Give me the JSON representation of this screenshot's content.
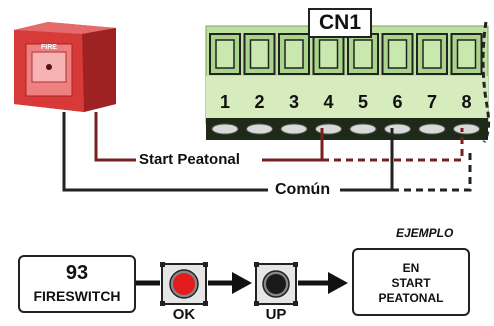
{
  "connector": {
    "name": "CN1",
    "terminals": [
      "1",
      "2",
      "3",
      "4",
      "5",
      "6",
      "7",
      "8"
    ]
  },
  "fire_alarm": {
    "label": "FIRE"
  },
  "wires": {
    "start_label": "Start Peatonal",
    "common_label": "Común"
  },
  "example": {
    "tag": "EJEMPLO",
    "step1": {
      "code": "93",
      "name": "FIRESWITCH"
    },
    "button_ok": "OK",
    "button_up": "UP",
    "result": {
      "line1": "EN",
      "line2": "START",
      "line3": "PEATONAL"
    }
  },
  "colors": {
    "alarm_red": "#d83a3a",
    "terminal_green": "#bfe0a0",
    "wire_dark_red": "#7a1f1f",
    "wire_black": "#222222",
    "ok_button_red": "#e21b1b",
    "up_button_black": "#1a1a1a"
  }
}
